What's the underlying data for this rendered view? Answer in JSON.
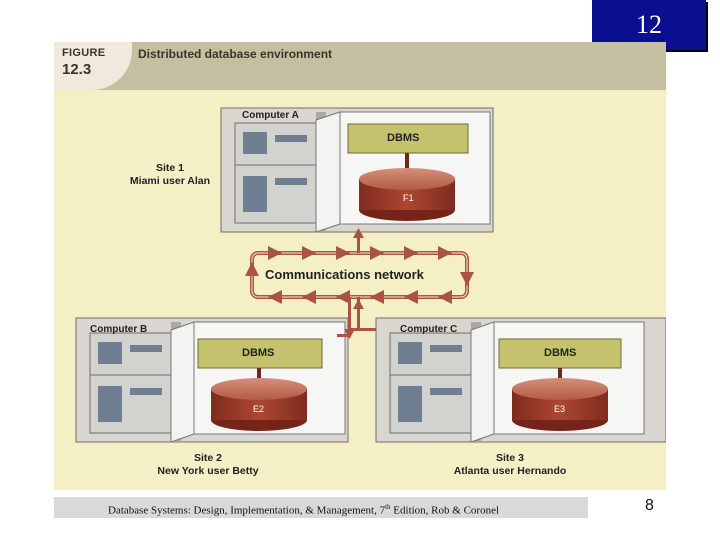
{
  "chapter": "12",
  "figure": {
    "label_word": "FIGURE",
    "label_number": "12.3",
    "title": "Distributed database environment"
  },
  "computers": {
    "a": {
      "label": "Computer A",
      "dbms": "DBMS",
      "file": "F1"
    },
    "b": {
      "label": "Computer B",
      "dbms": "DBMS",
      "file": "E2"
    },
    "c": {
      "label": "Computer C",
      "dbms": "DBMS",
      "file": "E3"
    }
  },
  "network_label": "Communications network",
  "sites": {
    "site1": {
      "name": "Site 1",
      "user": "Miami user Alan"
    },
    "site2": {
      "name": "Site 2",
      "user": "New York user Betty"
    },
    "site3": {
      "name": "Site 3",
      "user": "Atlanta user Hernando"
    }
  },
  "footer": {
    "before": "Database Systems: Design, Implementation, & Management, 7",
    "sup": "th",
    "after": " Edition, Rob & Coronel"
  },
  "page_number": "8",
  "colors": {
    "badge": "#0a0f8f",
    "figure_bg": "#f5efc6",
    "header_bg": "#c5bfa2",
    "dbms_box": "#c5c26d",
    "disk": "#a3402d",
    "network_arrows": "#a85440"
  }
}
